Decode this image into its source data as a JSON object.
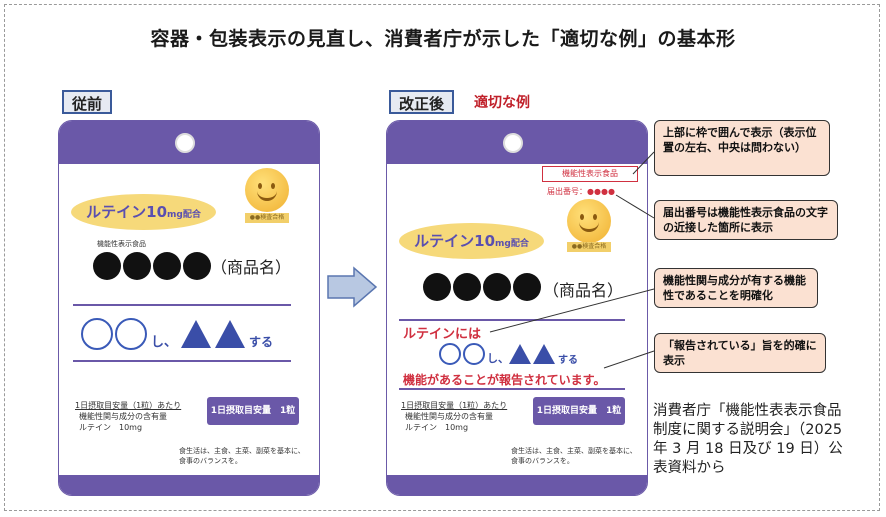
{
  "title": "容器・包装表示の見直し、消費者庁が示した「適切な例」の基本形",
  "before": {
    "tag": "従前",
    "oval_main": "ルテイン10",
    "oval_unit": "mg配合",
    "medal_text": "●●検査合格",
    "small_label": "機能性表示食品",
    "product_name": "（商品名）",
    "func_mid": "し、",
    "func_end": "する",
    "nut_head": "1日摂取目安量（1粒）あたり",
    "nut_line1": "機能性関与成分の含有量",
    "nut_line2": "ルテイン　10mg",
    "dose": "1日摂取目安量　1粒",
    "footer1": "食生活は、主食、主菜、副菜を基本に、",
    "footer2": "食事のバランスを。"
  },
  "after": {
    "tag": "改正後",
    "tag_note": "適切な例",
    "red_label": "機能性表示食品",
    "notif_no": "届出番号：●●●●",
    "oval_main": "ルテイン10",
    "oval_unit": "mg配合",
    "medal_text": "●●検査合格",
    "product_name": "（商品名）",
    "red_line1": "ルテインには",
    "func_mid": "し、",
    "func_end": "する",
    "red_line2": "機能があることが報告されています。",
    "nut_head": "1日摂取目安量（1粒）あたり",
    "nut_line1": "機能性関与成分の含有量",
    "nut_line2": "ルテイン　10mg",
    "dose": "1日摂取目安量　1粒",
    "footer1": "食生活は、主食、主菜、副菜を基本に、",
    "footer2": "食事のバランスを。"
  },
  "callouts": [
    {
      "text": "上部に枠で囲んで表示（表示位置の左右、中央は問わない）"
    },
    {
      "text": "届出番号は機能性表示食品の文字の近接した箇所に表示"
    },
    {
      "text": "機能性関与成分が有する機能性であることを明確化"
    },
    {
      "text": "「報告されている」旨を的確に表示"
    }
  ],
  "credit": "消費者庁「機能性表表示食品制度に関する説明会」（2025 年 3 月 18 日及び 19 日）公表資料から",
  "colors": {
    "purple": "#6a58a8",
    "red": "#d03040",
    "callout_bg": "#fbe1d2",
    "oval": "#f6d97a",
    "blue": "#3a4ea8"
  }
}
